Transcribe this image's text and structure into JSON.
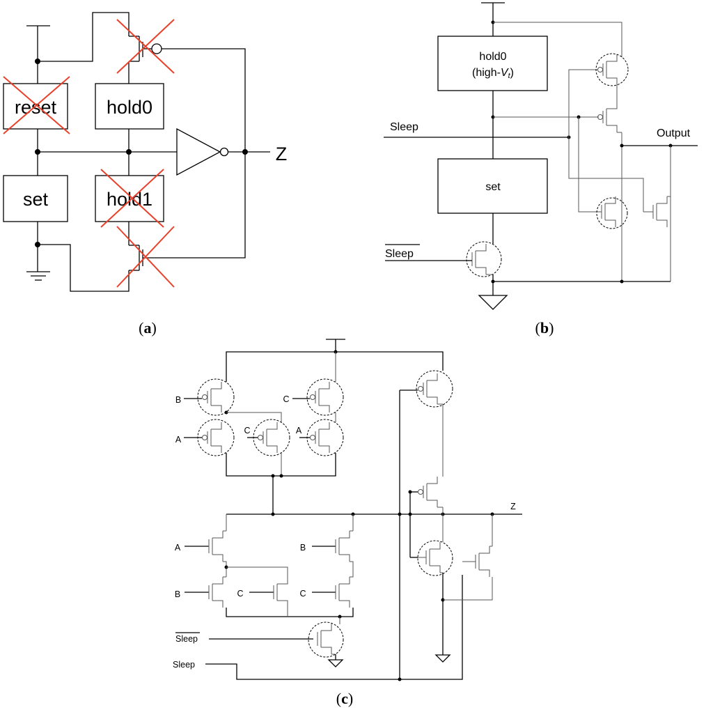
{
  "panel_a": {
    "caption_open": "(",
    "caption_letter": "a",
    "caption_close": ")",
    "reset_label": "reset",
    "hold0_label": "hold0",
    "set_label": "set",
    "hold1_label": "hold1",
    "output_label": "Z"
  },
  "panel_b": {
    "caption_open": "(",
    "caption_letter": "b",
    "caption_close": ")",
    "hold0_label": "hold0",
    "hold0_sub_prefix": "(high-",
    "hold0_sub_v": "V",
    "hold0_sub_t": "t",
    "hold0_sub_suffix": ")",
    "set_label": "set",
    "sleep_label": "Sleep",
    "sleep_bar_label": "Sleep",
    "output_label": "Output"
  },
  "panel_c": {
    "caption_open": "(",
    "caption_letter": "c",
    "caption_close": ")",
    "pmos_labels": {
      "b": "B",
      "c_top": "C",
      "a_left": "A",
      "c_mid": "C",
      "a_right": "A"
    },
    "nmos_labels": {
      "a": "A",
      "b_right": "B",
      "b_left": "B",
      "c_mid": "C",
      "c_right": "C"
    },
    "sleep_bar_label": "Sleep",
    "sleep_label": "Sleep",
    "output_label": "Z"
  },
  "colors": {
    "wire": "#000000",
    "cross": "#e8402a",
    "transistor": "#555555"
  }
}
